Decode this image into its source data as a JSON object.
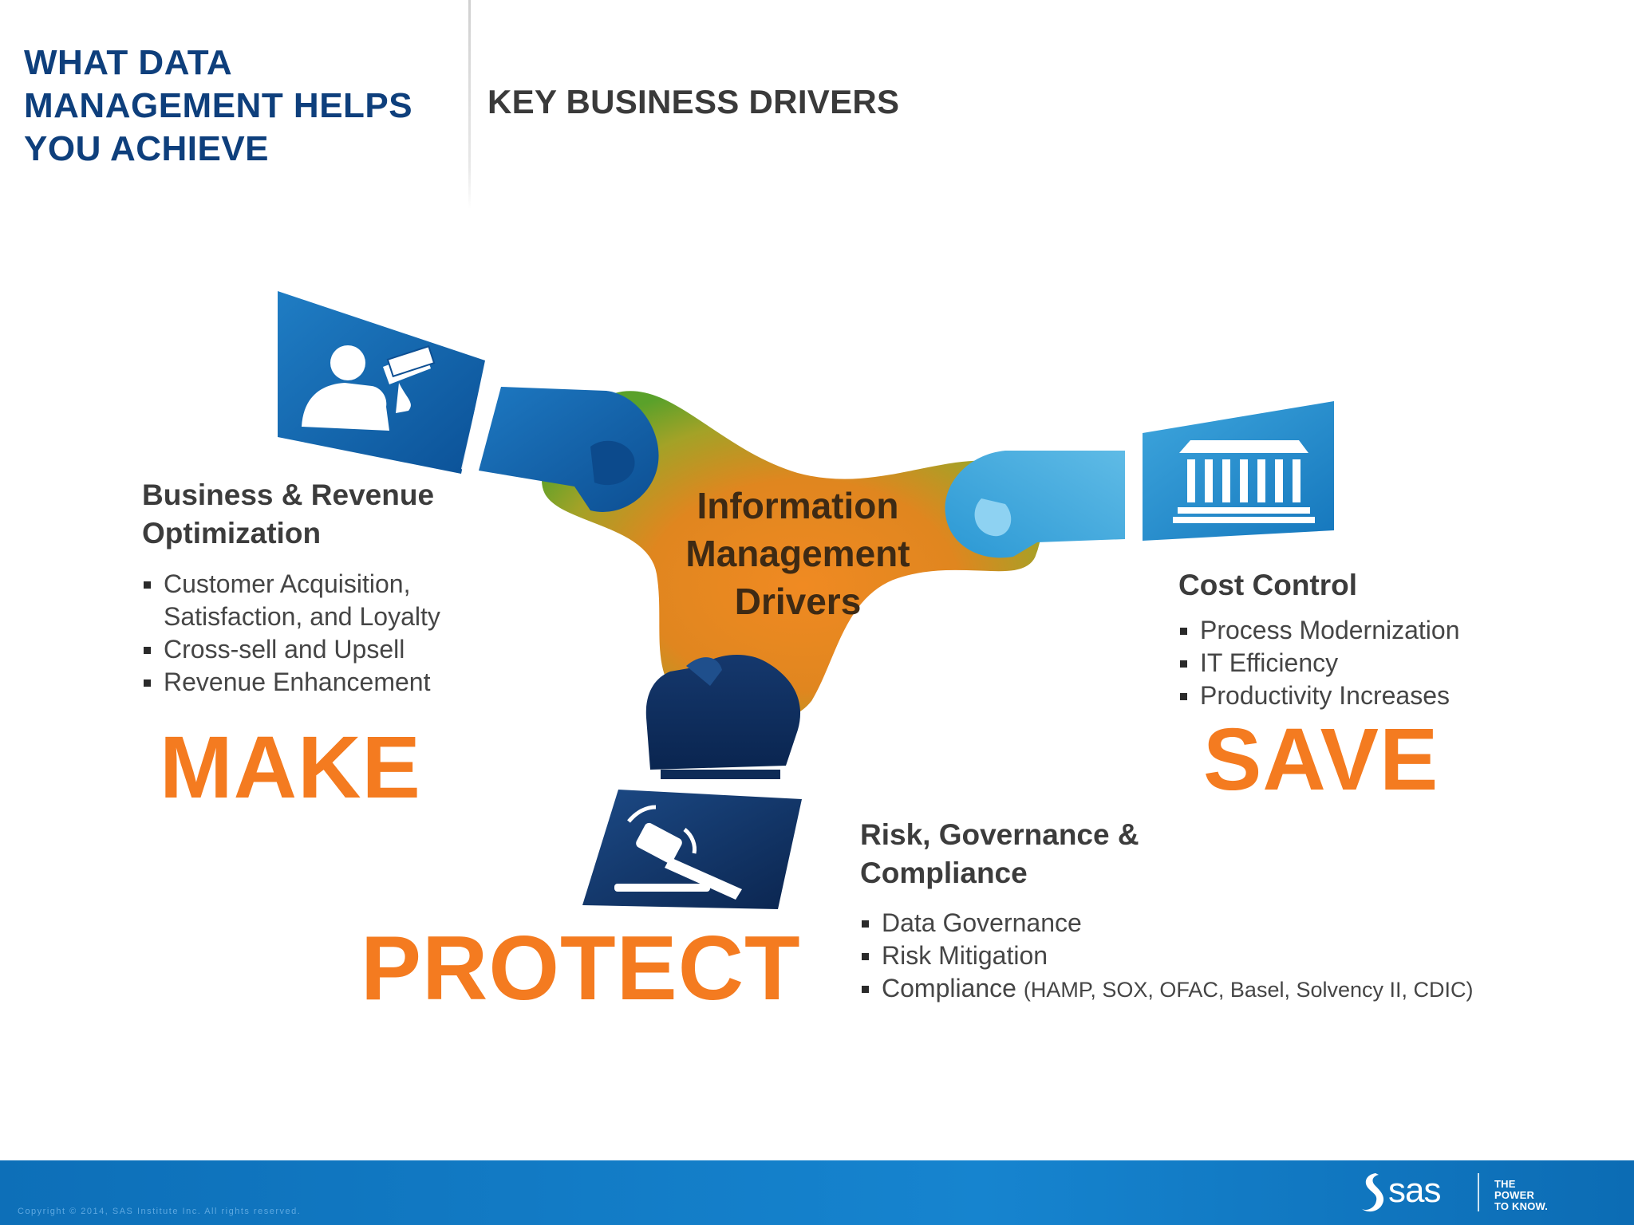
{
  "header": {
    "title_lines": [
      "WHAT DATA",
      "MANAGEMENT HELPS",
      "YOU ACHIEVE"
    ],
    "section_title": "KEY BUSINESS DRIVERS"
  },
  "center": {
    "lines": [
      "Information",
      "Management",
      "Drivers"
    ]
  },
  "make": {
    "heading_lines": [
      "Business & Revenue",
      "Optimization"
    ],
    "bullets": [
      "Customer Acquisition,",
      "Satisfaction, and Loyalty",
      "Cross-sell and Upsell",
      "Revenue Enhancement"
    ],
    "word": "MAKE"
  },
  "save": {
    "heading": "Cost Control",
    "bullets": [
      "Process Modernization",
      "IT Efficiency",
      "Productivity Increases"
    ],
    "word": "SAVE"
  },
  "protect": {
    "heading_lines": [
      "Risk, Governance &",
      "Compliance"
    ],
    "bullets": [
      "Data Governance",
      "Risk Mitigation"
    ],
    "compliance_main": "Compliance",
    "compliance_detail": "(HAMP, SOX, OFAC, Basel, Solvency II, CDIC)",
    "word": "PROTECT"
  },
  "footer": {
    "copyright": "Copyright © 2014, SAS Institute Inc. All rights reserved.",
    "logo_text": "sas",
    "tagline_lines": [
      "THE",
      "POWER",
      "TO KNOW."
    ]
  },
  "colors": {
    "title_blue": "#0e3f7c",
    "accent_orange": "#f47b20",
    "footer_blue": "#1684cf"
  },
  "icons": {
    "make": "businessman-with-money-icon",
    "save": "bank-building-icon",
    "protect": "gavel-icon"
  }
}
